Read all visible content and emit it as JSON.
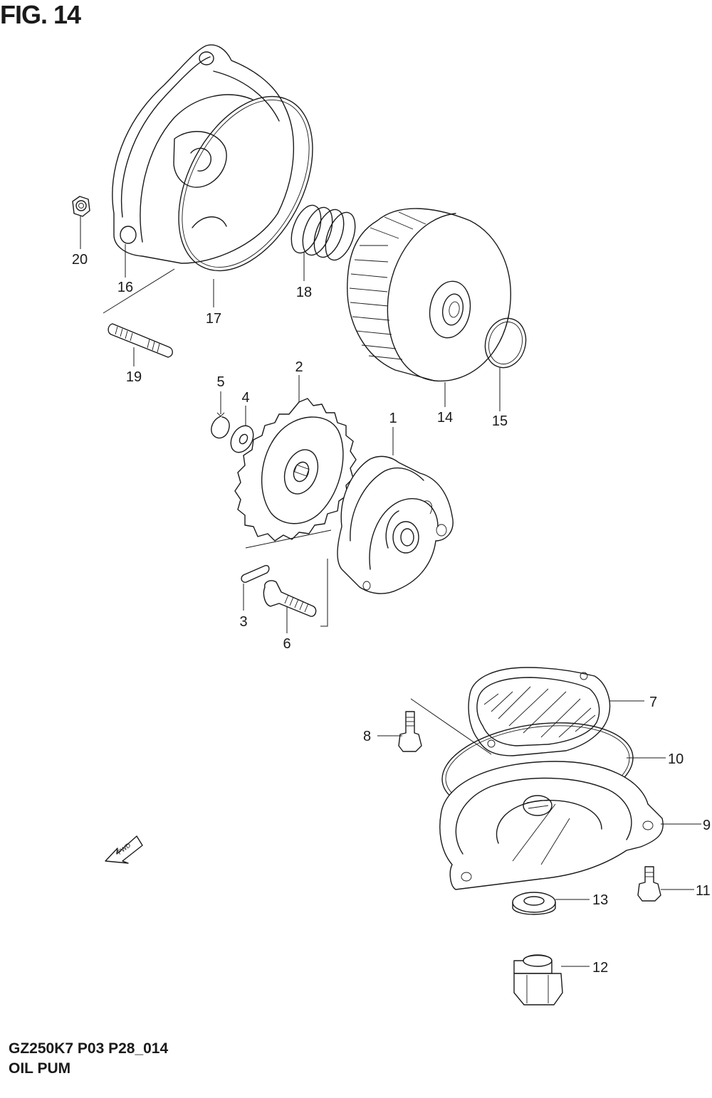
{
  "figure": {
    "title": "FIG. 14"
  },
  "callouts": [
    {
      "id": "1",
      "label": "1"
    },
    {
      "id": "2",
      "label": "2"
    },
    {
      "id": "3",
      "label": "3"
    },
    {
      "id": "4",
      "label": "4"
    },
    {
      "id": "5",
      "label": "5"
    },
    {
      "id": "6",
      "label": "6"
    },
    {
      "id": "7",
      "label": "7"
    },
    {
      "id": "8",
      "label": "8"
    },
    {
      "id": "9",
      "label": "9"
    },
    {
      "id": "10",
      "label": "10"
    },
    {
      "id": "11",
      "label": "11"
    },
    {
      "id": "12",
      "label": "12"
    },
    {
      "id": "13",
      "label": "13"
    },
    {
      "id": "14",
      "label": "14"
    },
    {
      "id": "15",
      "label": "15"
    },
    {
      "id": "16",
      "label": "16"
    },
    {
      "id": "17",
      "label": "17"
    },
    {
      "id": "18",
      "label": "18"
    },
    {
      "id": "19",
      "label": "19"
    },
    {
      "id": "20",
      "label": "20"
    }
  ],
  "fwd_arrow": {
    "label": "FWD"
  },
  "footer": {
    "model_code": "GZ250K7 P03 P28_014",
    "section_name": "OIL PUM"
  }
}
